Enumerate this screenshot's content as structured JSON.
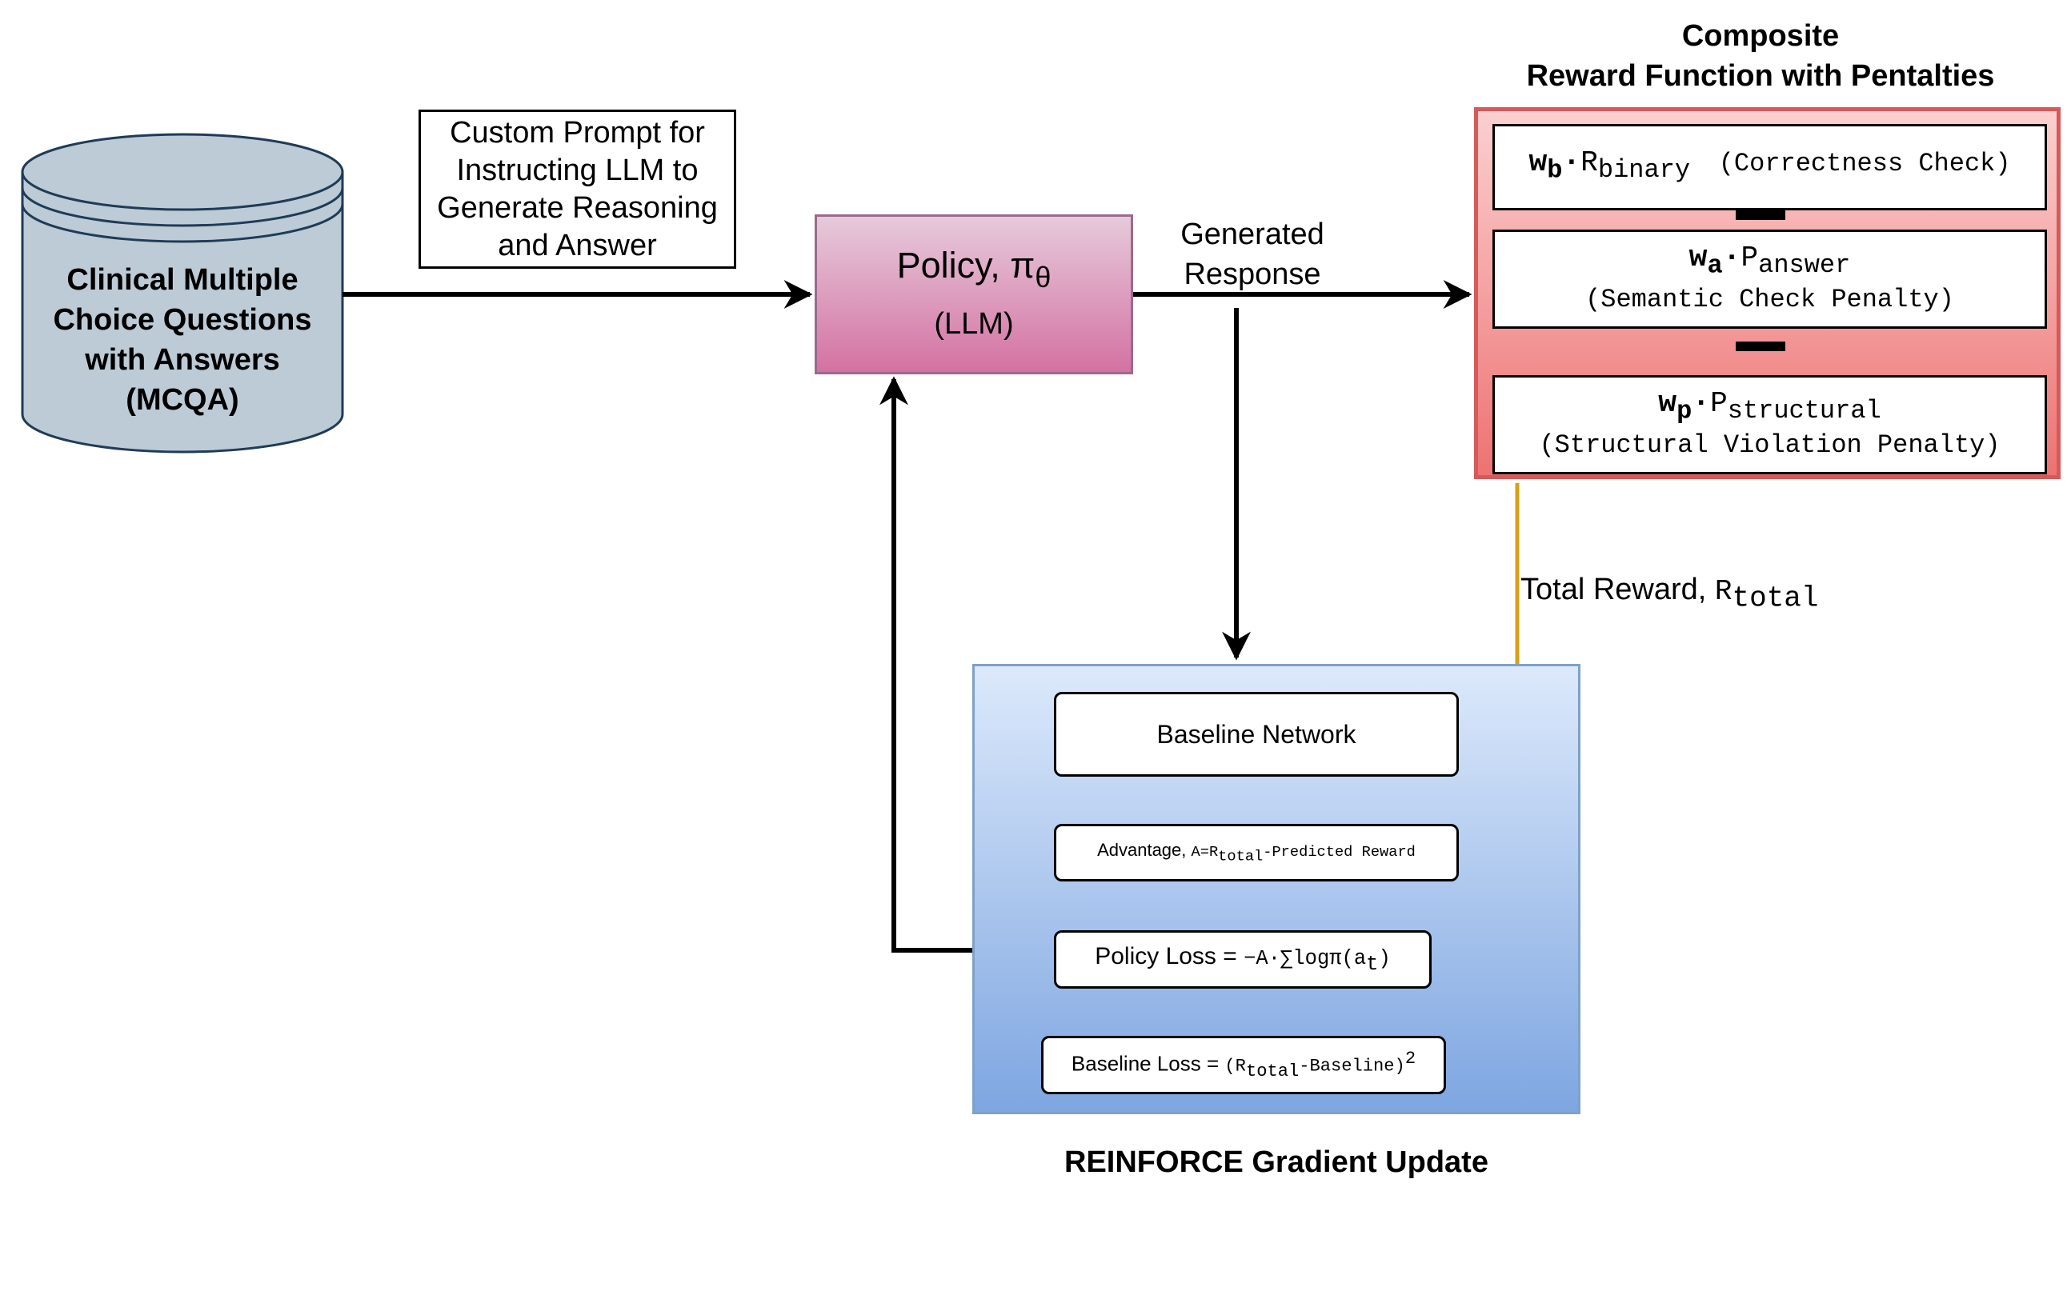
{
  "database": {
    "label_lines": [
      "Clinical Multiple",
      "Choice Questions",
      "with Answers",
      "(MCQA)"
    ]
  },
  "prompt": {
    "lines": [
      "Custom Prompt for",
      "Instructing LLM to",
      "Generate Reasoning",
      "and Answer"
    ]
  },
  "policy": {
    "title": "Policy, π",
    "title_sub": "θ",
    "subtitle": "(LLM)"
  },
  "generated_response": {
    "lines": [
      "Generated",
      "Response"
    ]
  },
  "reward": {
    "title_lines": [
      "Composite",
      "Reward Function with Pentalties"
    ],
    "terms": [
      {
        "weight": "w",
        "weight_sub": "b",
        "dot": "·",
        "sym": "R",
        "sym_sub": "binary",
        "desc": "(Correctness Check)"
      },
      {
        "weight": "w",
        "weight_sub": "a",
        "dot": "·",
        "sym": "P",
        "sym_sub": "answer",
        "desc": "(Semantic Check Penalty)"
      },
      {
        "weight": "w",
        "weight_sub": "p",
        "dot": "·",
        "sym": "P",
        "sym_sub": "structural",
        "desc": "(Structural Violation Penalty)"
      }
    ]
  },
  "total_reward": {
    "label": "Total Reward, ",
    "sym": "R",
    "sym_sub": "total"
  },
  "reinforce": {
    "title": "REINFORCE Gradient Update",
    "baseline_network": "Baseline Network",
    "advantage": {
      "label": "Advantage, ",
      "formula_a": "A=R",
      "formula_sub": "total",
      "formula_b": "-Predicted Reward"
    },
    "policy_loss": {
      "label": "Policy Loss = ",
      "formula_a": "−A·∑logπ(a",
      "formula_sub": "t",
      "formula_b": ")"
    },
    "baseline_loss": {
      "label": "Baseline Loss = ",
      "formula_a": "(R",
      "formula_sub": "total",
      "formula_b": "-Baseline)",
      "formula_sup": "2"
    }
  },
  "colors": {
    "policy_fill": "#d472a2",
    "reward_border": "#d55a5a",
    "reward_arrow": "#d4a017",
    "reinforce_fill": "#7ea6e1",
    "database_fill": "#bccbd6",
    "database_stroke": "#1f3b57"
  }
}
